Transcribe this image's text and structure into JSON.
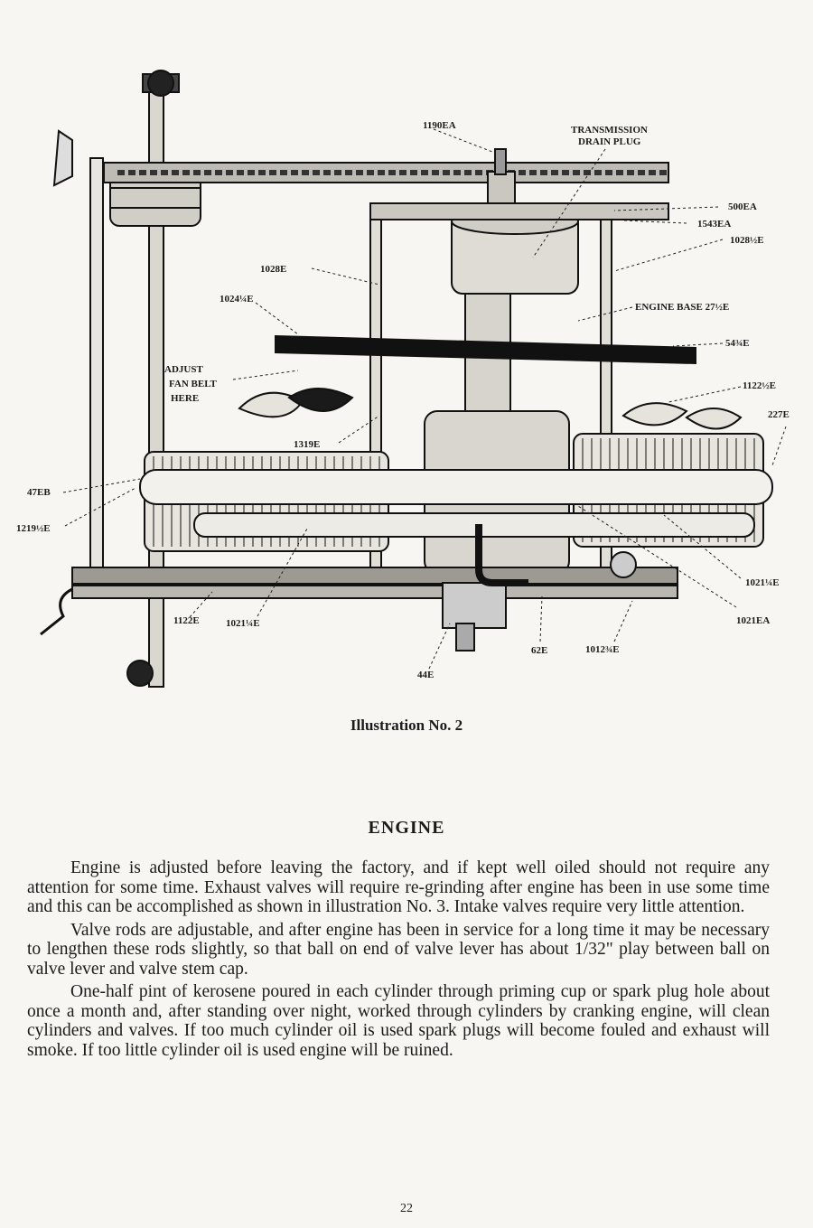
{
  "figure": {
    "labels": {
      "l1190EA": "1190EA",
      "transmission_line1": "TRANSMISSION",
      "transmission_line2": "DRAIN PLUG",
      "l500EA": "500EA",
      "l1543EA": "1543EA",
      "l1028_5E": "1028½E",
      "l1028E": "1028E",
      "l1024_25E": "1024¼E",
      "engine_base": "ENGINE BASE 27½E",
      "l54_75E": "54¾E",
      "adjust_line1": "ADJUST",
      "adjust_line2": "FAN BELT",
      "adjust_line3": "HERE",
      "l1122_5E": "1122½E",
      "l227E": "227E",
      "l1319E": "1319E",
      "l47EB": "47EB",
      "l1219_5E": "1219½E",
      "l1021_25E_right": "1021¼E",
      "l1021EA": "1021EA",
      "l1122E": "1122E",
      "l1021_25E_left": "1021¼E",
      "l62E": "62E",
      "l1012_75E": "1012¾E",
      "l44E": "44E"
    }
  },
  "caption": "Illustration No. 2",
  "heading": "ENGINE",
  "paragraphs": [
    "Engine is adjusted before leaving the factory, and if kept well oiled should not require any attention for some time. Exhaust valves will require re-grinding after engine has been in use some time and this can be accomplished as shown in illustration No. 3. Intake valves require very little attention.",
    "Valve rods are adjustable, and after engine has been in service for a long time it may be necessary to lengthen these rods slightly, so that ball on end of valve lever has about 1/32\" play between ball on valve lever and valve stem cap.",
    "One-half pint of kerosene poured in each cylinder through priming cup or spark plug hole about once a month and, after standing over night, worked through cylinders by cranking engine, will clean cylinders and valves. If too much cylinder oil is used spark plugs will become fouled and exhaust will smoke. If too little cylinder oil is used engine will be ruined."
  ],
  "page_number": "22"
}
